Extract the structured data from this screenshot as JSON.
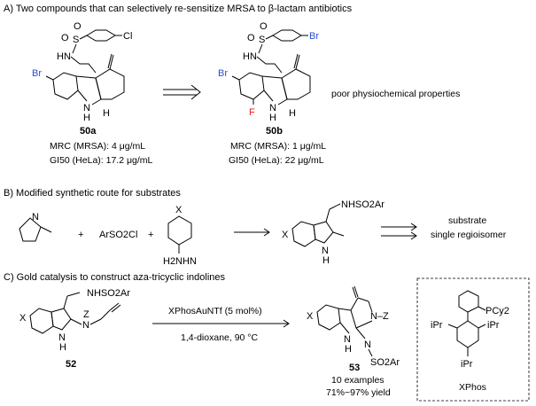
{
  "sections": {
    "a": {
      "title": "A) Two compounds that can selectively re-sensitize MRSA to β-lactam antibiotics",
      "compound_a": {
        "id": "50a",
        "mrc": "MRC (MRSA): 4 μg/mL",
        "gi50": "GI50 (HeLa): 17.2 μg/mL"
      },
      "compound_b": {
        "id": "50b",
        "mrc": "MRC (MRSA): 1 μg/mL",
        "gi50": "GI50 (HeLa): 22 μg/mL"
      },
      "note": "poor physiochemical properties"
    },
    "b": {
      "title": "B) Modified synthetic route for substrates",
      "plus_1": "+",
      "reagent": "ArSO2Cl",
      "plus_2": "+",
      "product_text_1": "substrate",
      "product_text_2": "single regioisomer"
    },
    "c": {
      "title": "C) Gold catalysis to construct aza-tricyclic indolines",
      "catalyst": "XPhosAuNTf (5 mol%)",
      "conditions": "1,4-dioxane, 90 °C",
      "substrate_id": "52",
      "product_id": "53",
      "examples": "10 examples",
      "yield": "71%~97% yield",
      "ligand_name": "XPhos"
    }
  },
  "atoms": {
    "cl": "Cl",
    "br": "Br",
    "f": "F",
    "n": "N",
    "h": "H",
    "s": "S",
    "o": "O",
    "hn": "HN",
    "x": "X",
    "z": "Z",
    "nz": "N–Z",
    "nhso2ar": "NHSO2Ar",
    "so2ar": "SO2Ar",
    "h2nhn": "H2NHN",
    "pcy2": "PCy2",
    "ipr": "iPr"
  },
  "colors": {
    "bromine": "#2a4fd0",
    "fluorine": "#e0201a",
    "text": "#000000"
  }
}
